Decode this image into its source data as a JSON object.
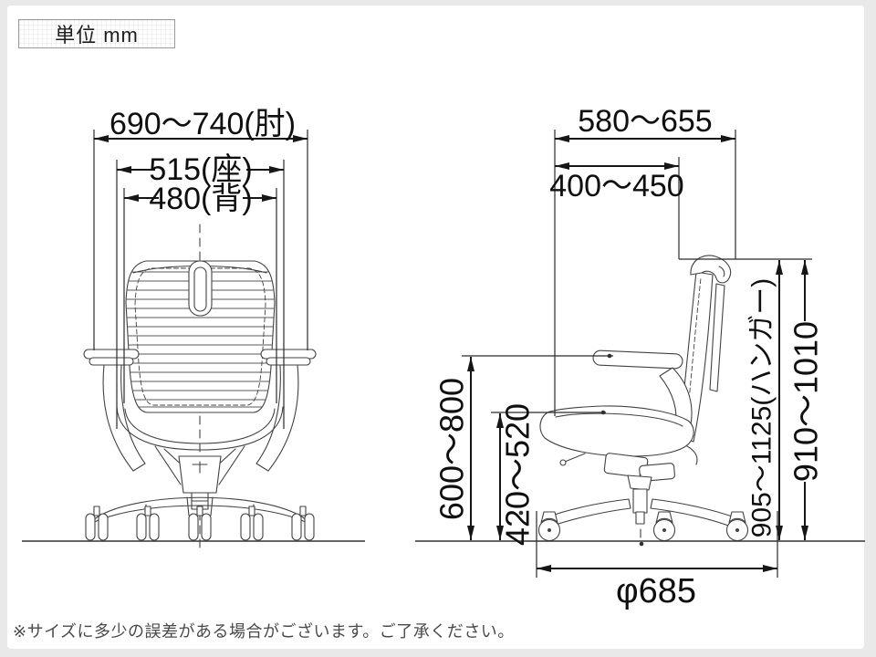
{
  "unit_box": {
    "label": "単位 mm"
  },
  "footnote": {
    "text": "※サイズに多少の誤差がある場合がございます。ご了承ください。"
  },
  "front_view": {
    "dimensions": {
      "arm_width": "690〜740(肘)",
      "seat_width": "515(座)",
      "back_width": "480(背)"
    }
  },
  "side_view": {
    "dimensions": {
      "total_depth": "580〜655",
      "seat_depth": "400〜450",
      "armrest_height": "600〜800",
      "seat_height": "420〜520",
      "hanger_height": "905〜1125(ハンガー)",
      "back_height": "910〜1010",
      "base_diameter": "φ685"
    }
  },
  "colors": {
    "page_background": "#e9e9e9",
    "panel_background": "#ffffff",
    "drawing_line": "#424242",
    "dimension_line": "#161616",
    "text": "#0f0f0f",
    "footnote_text": "#4a4a4a"
  }
}
